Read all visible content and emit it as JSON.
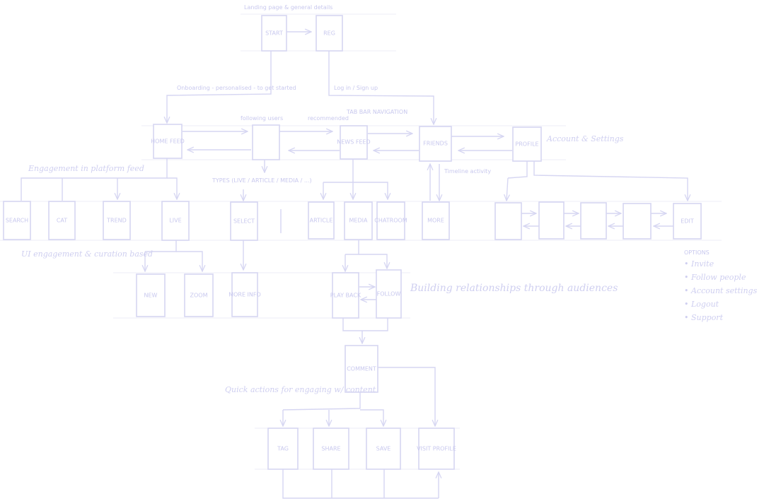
{
  "diagram": {
    "color": "#d6d6f2",
    "nodes": {
      "start": "START",
      "reg": "REG",
      "homefeed": "HOME FEED",
      "blank": "",
      "newsfeed": "NEWS FEED",
      "friends": "FRIENDS",
      "profile": "PROFILE",
      "search": "SEARCH",
      "cat": "CAT",
      "trending": "TREND",
      "live": "LIVE",
      "select": "SELECT",
      "article": "ARTICLE",
      "media": "MEDIA",
      "chatroom": "CHATROOM",
      "more": "MORE",
      "edit": "EDIT",
      "new": "NEW",
      "zoom": "ZOOM",
      "moreinfo": "MORE INFO",
      "playback": "PLAY BACK",
      "follow": "FOLLOW",
      "comment": "COMMENT",
      "tag": "TAG",
      "share": "SHARE",
      "save": "SAVE",
      "visitprofile": "VISIT PROFILE"
    },
    "notes": {
      "top": "Landing page & general details",
      "onboarding": "Onboarding - personalised - to get started",
      "login": "Log in / Sign up",
      "tabbar": "TAB BAR NAVIGATION",
      "following": "following users",
      "recommended": "recommended",
      "account": "Account & Settings",
      "engagement": "Engagement in platform feed",
      "types": "TYPES (LIVE / ARTICLE / MEDIA / ...)",
      "timeline": "Timeline activity",
      "ugc": "UI engagement & curation based",
      "building": "Building relationships through audiences",
      "quick": "Quick actions for engaging w/ content",
      "options_title": "OPTIONS",
      "option1": "• Invite",
      "option2": "• Follow people",
      "option3": "• Account settings",
      "option4": "• Logout",
      "option5": "• Support"
    }
  }
}
